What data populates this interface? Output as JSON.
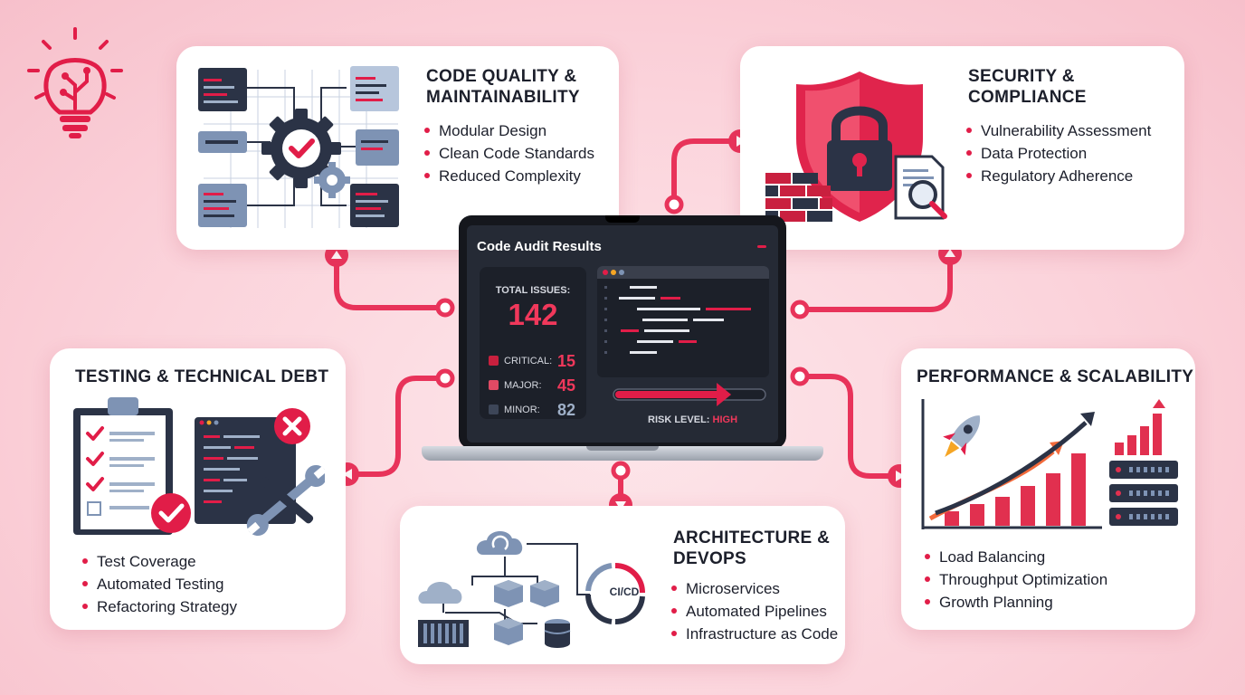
{
  "colors": {
    "accent": "#e11d48",
    "dark": "#2b3346",
    "slate": "#7e93b4",
    "screen_bg": "#252a35"
  },
  "icons": {
    "logo": "lightbulb-circuit-icon",
    "code_quality": "code-flow-gear-icon",
    "security": "shield-lock-icon",
    "testing": "clipboard-checklist-icon",
    "architecture": "cloud-container-cicd-icon",
    "performance": "rocket-growth-chart-icon"
  },
  "laptop": {
    "title": "Code Audit Results",
    "total_label": "TOTAL ISSUES:",
    "total_value": "142",
    "severity": [
      {
        "label": "CRITICAL:",
        "count": "15",
        "color": "#c8203e"
      },
      {
        "label": "MAJOR:",
        "count": "45",
        "color": "#e04a64"
      },
      {
        "label": "MINOR:",
        "count": "82",
        "color": "#3d4658"
      }
    ],
    "risk_label": "RISK LEVEL:",
    "risk_value": "HIGH",
    "risk_fill": 0.72
  },
  "cards": {
    "code_quality": {
      "title": [
        "CODE QUALITY &",
        "MAINTAINABILITY"
      ],
      "items": [
        "Modular Design",
        "Clean Code Standards",
        "Reduced Complexity"
      ]
    },
    "security": {
      "title": [
        "SECURITY &",
        "COMPLIANCE"
      ],
      "items": [
        "Vulnerability Assessment",
        "Data Protection",
        "Regulatory Adherence"
      ]
    },
    "testing": {
      "title": [
        "TESTING & TECHNICAL DEBT"
      ],
      "items": [
        "Test Coverage",
        "Automated Testing",
        "Refactoring Strategy"
      ]
    },
    "architecture": {
      "title": [
        "ARCHITECTURE &",
        "DEVOPS"
      ],
      "items": [
        "Microservices",
        "Automated Pipelines",
        "Infrastructure as Code"
      ],
      "cicd_label": "CI/CD"
    },
    "performance": {
      "title": [
        "PERFORMANCE & SCALABILITY"
      ],
      "items": [
        "Load Balancing",
        "Throughput Optimization",
        "Growth Planning"
      ]
    }
  }
}
